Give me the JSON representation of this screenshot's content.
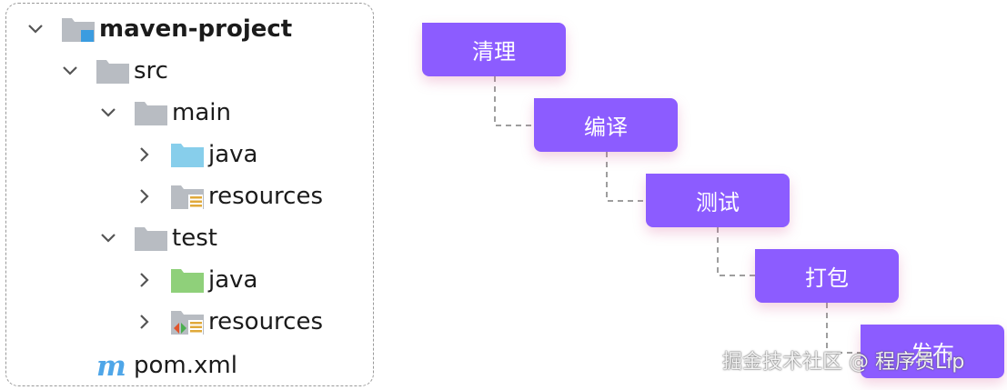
{
  "tree": {
    "root": {
      "label": "maven-project",
      "icon": "module-folder-icon",
      "expanded": true
    },
    "src": {
      "label": "src",
      "icon": "folder-icon",
      "expanded": true
    },
    "main": {
      "label": "main",
      "icon": "folder-icon",
      "expanded": true
    },
    "main_java": {
      "label": "java",
      "icon": "source-root-folder-icon",
      "expanded": false
    },
    "main_resources": {
      "label": "resources",
      "icon": "resources-root-folder-icon",
      "expanded": false
    },
    "test": {
      "label": "test",
      "icon": "folder-icon",
      "expanded": true
    },
    "test_java": {
      "label": "java",
      "icon": "test-source-root-folder-icon",
      "expanded": false
    },
    "test_resources": {
      "label": "resources",
      "icon": "test-resources-root-folder-icon",
      "expanded": false
    },
    "pom": {
      "label": "pom.xml",
      "icon": "maven-file-icon"
    }
  },
  "steps": [
    "清理",
    "编译",
    "测试",
    "打包",
    "发布"
  ],
  "colors": {
    "step_fill": "#8c5cff",
    "source_folder": "#87ceeb",
    "test_folder": "#8fd07a",
    "plain_folder": "#b8bcc2",
    "maven_icon": "#4fa6e8"
  },
  "watermark": "掘金技术社区 @ 程序员Lip"
}
